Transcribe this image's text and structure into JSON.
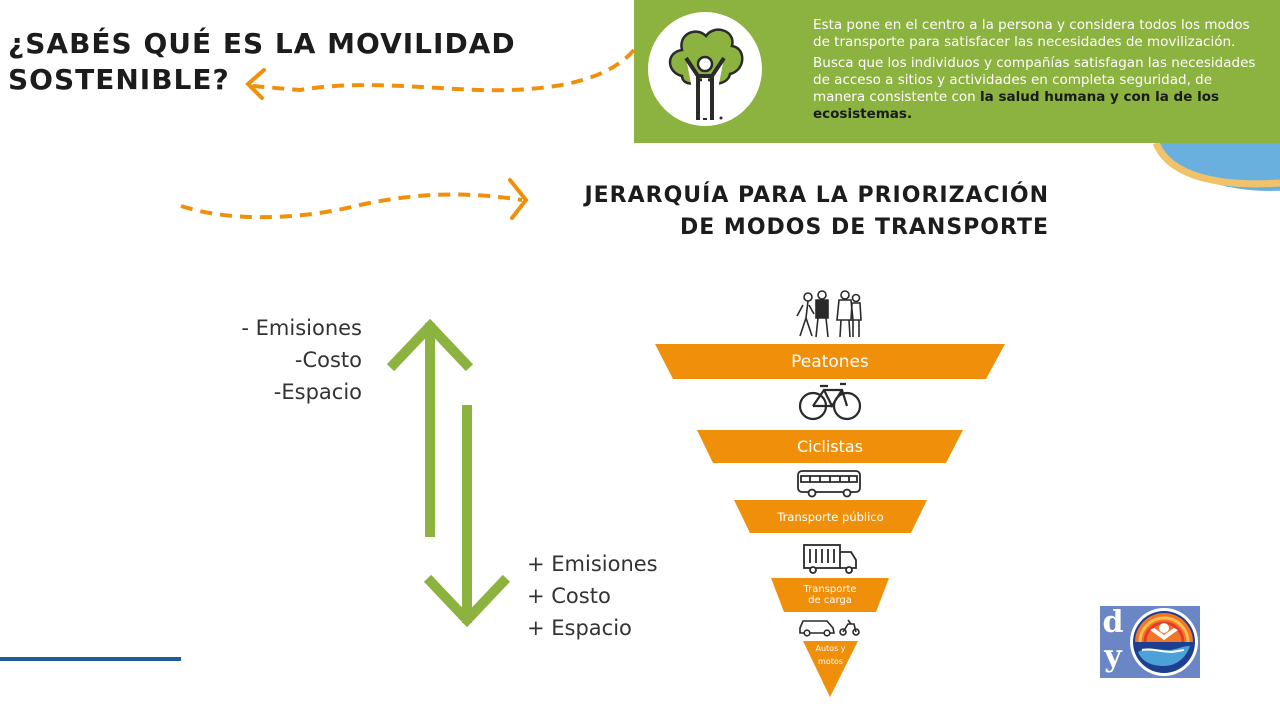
{
  "header": {
    "title_line1": "¿SABÉS QUÉ ES LA MOVILIDAD",
    "title_line2": "SOSTENIBLE?"
  },
  "info_panel": {
    "paragraph1": "Esta pone en el centro a la persona y considera todos los modos de transporte para satisfacer las necesidades de movilización.",
    "paragraph2_regular": "Busca que los individuos y compañías satisfagan las necesidades de acceso a sitios y actividades en completa seguridad, de manera consistente con ",
    "paragraph2_bold": "la salud humana y con la de los ecosistemas.",
    "icon": "tree-person-icon",
    "background_color": "#8cb23f"
  },
  "hierarchy": {
    "title_line1": "JERARQUÍA PARA LA PRIORIZACIÓN",
    "title_line2": "DE MODOS DE TRANSPORTE",
    "tier_color": "#f0900a",
    "tiers": [
      {
        "label": "Peatones",
        "icon": "pedestrians-icon"
      },
      {
        "label": "Ciclistas",
        "icon": "bicycle-icon"
      },
      {
        "label": "Transporte público",
        "icon": "bus-icon"
      },
      {
        "label_line1": "Transporte",
        "label_line2": "de carga",
        "icon": "truck-icon"
      },
      {
        "label_line1": "Autos y",
        "label_line2": "motos",
        "icon": "car-motorcycle-icon"
      }
    ]
  },
  "scale": {
    "top": [
      "- Emisiones",
      "-Costo",
      "-Espacio"
    ],
    "bottom": [
      "+ Emisiones",
      "+ Costo",
      "+ Espacio"
    ],
    "arrow_color": "#8cb23f"
  },
  "logo": {
    "letters": [
      "d",
      "y"
    ],
    "icon": "united-way-hand-icon"
  }
}
